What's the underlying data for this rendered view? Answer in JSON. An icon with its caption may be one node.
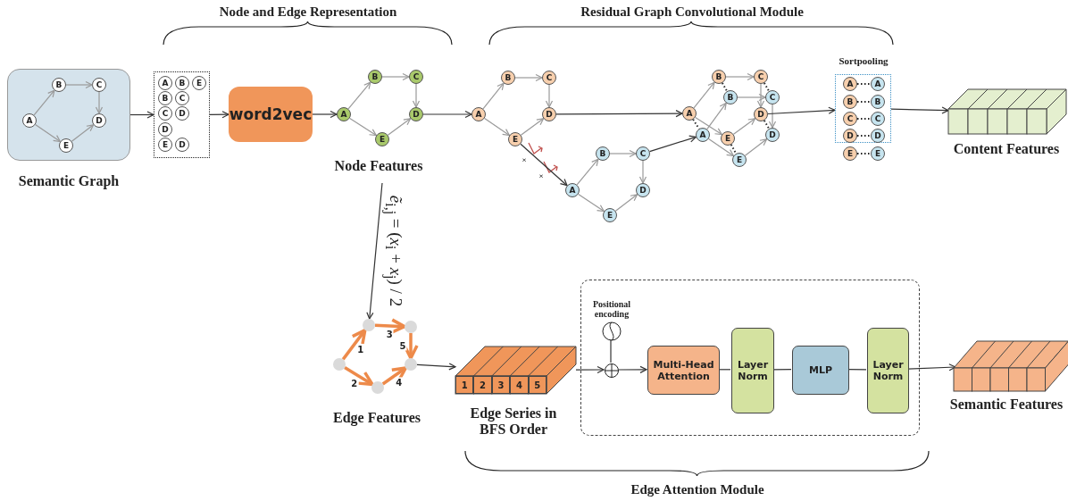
{
  "diagram": {
    "nodes": [
      {
        "text": [
          "Semantic Graph"
        ]
      },
      {
        "text": [
          "A"
        ],
        "in": 0
      },
      {
        "text": [
          "B"
        ],
        "in": 0
      },
      {
        "text": [
          "C"
        ],
        "in": 0
      },
      {
        "text": [
          "D"
        ],
        "in": 0
      },
      {
        "text": [
          "E"
        ],
        "in": 0
      },
      {
        "text": [],
        "shape": "box"
      },
      {
        "text": [
          "A"
        ],
        "in": 6
      },
      {
        "text": [
          "B"
        ],
        "in": 6
      },
      {
        "text": [
          "E"
        ],
        "in": 6
      },
      {
        "text": [
          "B"
        ],
        "in": 6
      },
      {
        "text": [
          "C"
        ],
        "in": 6
      },
      {
        "text": [
          "C"
        ],
        "in": 6
      },
      {
        "text": [
          "D"
        ],
        "in": 6
      },
      {
        "text": [
          "D"
        ],
        "in": 6
      },
      {
        "text": [
          "E"
        ],
        "in": 6
      },
      {
        "text": [
          "D"
        ],
        "in": 6
      },
      {
        "text": [
          "word2vec"
        ]
      },
      {
        "text": [
          "A"
        ]
      },
      {
        "text": [
          "B"
        ]
      },
      {
        "text": [
          "C"
        ]
      },
      {
        "text": [
          "D"
        ]
      },
      {
        "text": [
          "E"
        ]
      },
      {
        "text": [
          "A"
        ]
      },
      {
        "text": [
          "B"
        ]
      },
      {
        "text": [
          "C"
        ]
      },
      {
        "text": [
          "D"
        ]
      },
      {
        "text": [
          "E"
        ]
      },
      {
        "text": [
          "A"
        ]
      },
      {
        "text": [
          "B"
        ]
      },
      {
        "text": [
          "C"
        ]
      },
      {
        "text": [
          "D"
        ]
      },
      {
        "text": [
          "E"
        ]
      },
      {
        "text": [
          "A"
        ]
      },
      {
        "text": [
          "B"
        ]
      },
      {
        "text": [
          "C"
        ]
      },
      {
        "text": [
          "D"
        ]
      },
      {
        "text": [
          "E"
        ]
      },
      {
        "text": [
          "A"
        ]
      },
      {
        "text": [
          "B"
        ]
      },
      {
        "text": [
          "C"
        ]
      },
      {
        "text": [
          "D"
        ]
      },
      {
        "text": [
          "E"
        ]
      },
      {
        "text": [
          "Sortpooling"
        ]
      },
      {
        "text": [
          "A"
        ],
        "in": 43
      },
      {
        "text": [
          "A"
        ],
        "in": 43
      },
      {
        "text": [
          "B"
        ],
        "in": 43
      },
      {
        "text": [
          "B"
        ],
        "in": 43
      },
      {
        "text": [
          "C"
        ],
        "in": 43
      },
      {
        "text": [
          "C"
        ],
        "in": 43
      },
      {
        "text": [
          "D"
        ],
        "in": 43
      },
      {
        "text": [
          "D"
        ],
        "in": 43
      },
      {
        "text": [
          "E"
        ]
      },
      {
        "text": [
          "E"
        ]
      },
      {
        "text": [
          "Content Features"
        ]
      },
      {
        "text": [],
        "shape": "circle"
      },
      {
        "text": [],
        "shape": "circle"
      },
      {
        "text": [],
        "shape": "circle"
      },
      {
        "text": [],
        "shape": "circle"
      },
      {
        "text": [],
        "shape": "circle"
      },
      {
        "text": [],
        "shape": "box",
        "beside": [
          "Edge Series in BFS Order"
        ]
      },
      {
        "text": [
          "1"
        ]
      },
      {
        "text": [
          "2"
        ]
      },
      {
        "text": [
          "3"
        ]
      },
      {
        "text": [
          "4"
        ]
      },
      {
        "text": [
          "5"
        ]
      },
      {
        "text": [],
        "shape": "box"
      },
      {
        "text": [],
        "shape": "circle",
        "beside": [
          "Positional encoding"
        ],
        "in": 66
      },
      {
        "text": [],
        "shape": "circle",
        "in": 66
      },
      {
        "text": [
          "Multi-Head Attention"
        ],
        "in": 66
      },
      {
        "text": [
          "Layer Norm"
        ],
        "in": 66
      },
      {
        "text": [
          "MLP"
        ],
        "in": 66
      },
      {
        "text": [
          "Layer Norm"
        ],
        "in": 66
      },
      {
        "text": [
          "Semantic Features"
        ]
      }
    ],
    "edges": [
      {
        "from": 1,
        "to": 2,
        "arrow": "to"
      },
      {
        "from": 2,
        "to": 3,
        "arrow": "to"
      },
      {
        "from": 3,
        "to": 4,
        "arrow": "to"
      },
      {
        "from": 1,
        "to": 5,
        "arrow": "to"
      },
      {
        "from": 5,
        "to": 4,
        "arrow": "to"
      },
      {
        "from": 0,
        "to": 6,
        "arrow": "to",
        "color": "#333333"
      },
      {
        "from": 6,
        "to": 17,
        "arrow": "to",
        "color": "#333333"
      },
      {
        "from": 17,
        "to": 18,
        "arrow": "to",
        "color": "#333333"
      },
      {
        "from": 18,
        "to": 19,
        "arrow": "to"
      },
      {
        "from": 19,
        "to": 20,
        "arrow": "to"
      },
      {
        "from": 20,
        "to": 21,
        "arrow": "to"
      },
      {
        "from": 18,
        "to": 22,
        "arrow": "to"
      },
      {
        "from": 22,
        "to": 21,
        "arrow": "to"
      },
      {
        "from": 21,
        "to": 23,
        "arrow": "to",
        "color": "#333333"
      },
      {
        "from": 23,
        "to": 24,
        "arrow": "to"
      },
      {
        "from": 24,
        "to": 25,
        "arrow": "to"
      },
      {
        "from": 25,
        "to": 26,
        "arrow": "to"
      },
      {
        "from": 23,
        "to": 27,
        "arrow": "to"
      },
      {
        "from": 27,
        "to": 26,
        "arrow": "to"
      },
      {
        "from": 26,
        "to": 33,
        "arrow": "to",
        "color": "#333333"
      },
      {
        "from": 27,
        "to": 28,
        "arrow": "to",
        "color": "#333333"
      },
      {
        "from": 28,
        "to": 29,
        "arrow": "to"
      },
      {
        "from": 29,
        "to": 30,
        "arrow": "to"
      },
      {
        "from": 30,
        "to": 31,
        "arrow": "to"
      },
      {
        "from": 28,
        "to": 32,
        "arrow": "to"
      },
      {
        "from": 32,
        "to": 31,
        "arrow": "to"
      },
      {
        "from": 30,
        "to": 38,
        "arrow": "to",
        "color": "#333333"
      },
      {
        "from": 33,
        "to": 34,
        "arrow": "to"
      },
      {
        "from": 34,
        "to": 35,
        "arrow": "to"
      },
      {
        "from": 35,
        "to": 36,
        "arrow": "to"
      },
      {
        "from": 33,
        "to": 37,
        "arrow": "to"
      },
      {
        "from": 37,
        "to": 36,
        "arrow": "to"
      },
      {
        "from": 38,
        "to": 39,
        "arrow": "to"
      },
      {
        "from": 39,
        "to": 40,
        "arrow": "to"
      },
      {
        "from": 40,
        "to": 41,
        "arrow": "to"
      },
      {
        "from": 38,
        "to": 42,
        "arrow": "to"
      },
      {
        "from": 42,
        "to": 41,
        "arrow": "to"
      },
      {
        "from": 33,
        "to": 38,
        "arrow": "none",
        "style": "dashed",
        "color": "#222222"
      },
      {
        "from": 34,
        "to": 39,
        "arrow": "none",
        "style": "dashed",
        "color": "#222222"
      },
      {
        "from": 35,
        "to": 40,
        "arrow": "none",
        "style": "dashed",
        "color": "#222222"
      },
      {
        "from": 36,
        "to": 41,
        "arrow": "none",
        "style": "dashed",
        "color": "#222222"
      },
      {
        "from": 37,
        "to": 42,
        "arrow": "none",
        "style": "dashed",
        "color": "#222222"
      },
      {
        "from": 36,
        "to": 43,
        "arrow": "to",
        "color": "#333333"
      },
      {
        "from": 44,
        "to": 45,
        "arrow": "none",
        "style": "dashed",
        "color": "#222222"
      },
      {
        "from": 46,
        "to": 47,
        "arrow": "none",
        "style": "dashed",
        "color": "#222222"
      },
      {
        "from": 48,
        "to": 49,
        "arrow": "none",
        "style": "dashed",
        "color": "#222222"
      },
      {
        "from": 50,
        "to": 51,
        "arrow": "none",
        "style": "dashed",
        "color": "#222222"
      },
      {
        "from": 52,
        "to": 53,
        "arrow": "none",
        "style": "dashed",
        "color": "#222222"
      },
      {
        "from": 43,
        "to": 54,
        "arrow": "to",
        "color": "#333333"
      },
      {
        "from": null,
        "to": 56,
        "arrow": "to",
        "label": "*ẽ*$_{i,j}$ = (*x*$_{i}$ + *x*$_{j}$) / 2",
        "color": "#333333"
      },
      {
        "from": 55,
        "to": 56,
        "arrow": "to",
        "label": "1",
        "style": "thick",
        "color": "#ed8a4a"
      },
      {
        "from": 55,
        "to": 57,
        "arrow": "to",
        "label": "2",
        "style": "thick",
        "color": "#ed8a4a"
      },
      {
        "from": 56,
        "to": 58,
        "arrow": "to",
        "label": "3",
        "style": "thick",
        "color": "#ed8a4a"
      },
      {
        "from": 57,
        "to": 59,
        "arrow": "to",
        "label": "4",
        "style": "thick",
        "color": "#ed8a4a"
      },
      {
        "from": 58,
        "to": 59,
        "arrow": "to",
        "label": "5",
        "style": "thick",
        "color": "#ed8a4a"
      },
      {
        "from": 59,
        "to": 60,
        "arrow": "to",
        "color": "#333333"
      },
      {
        "from": 60,
        "to": 68,
        "arrow": "to",
        "color": "#333333"
      },
      {
        "from": 67,
        "to": 68,
        "arrow": "none",
        "color": "#333333"
      },
      {
        "from": 68,
        "to": 69,
        "arrow": "to",
        "color": "#333333"
      },
      {
        "from": 69,
        "to": 70,
        "arrow": "none",
        "color": "#333333"
      },
      {
        "from": 70,
        "to": 71,
        "arrow": "none",
        "color": "#333333"
      },
      {
        "from": 71,
        "to": 72,
        "arrow": "none",
        "color": "#333333"
      },
      {
        "from": 72,
        "to": 73,
        "arrow": "to",
        "color": "#333333"
      }
    ],
    "labels": [
      "Node and Edge Representation",
      "Residual Graph Convolutional Module",
      "Node Features",
      "×",
      "×",
      "Edge Features",
      "Edge Attention Module"
    ]
  }
}
